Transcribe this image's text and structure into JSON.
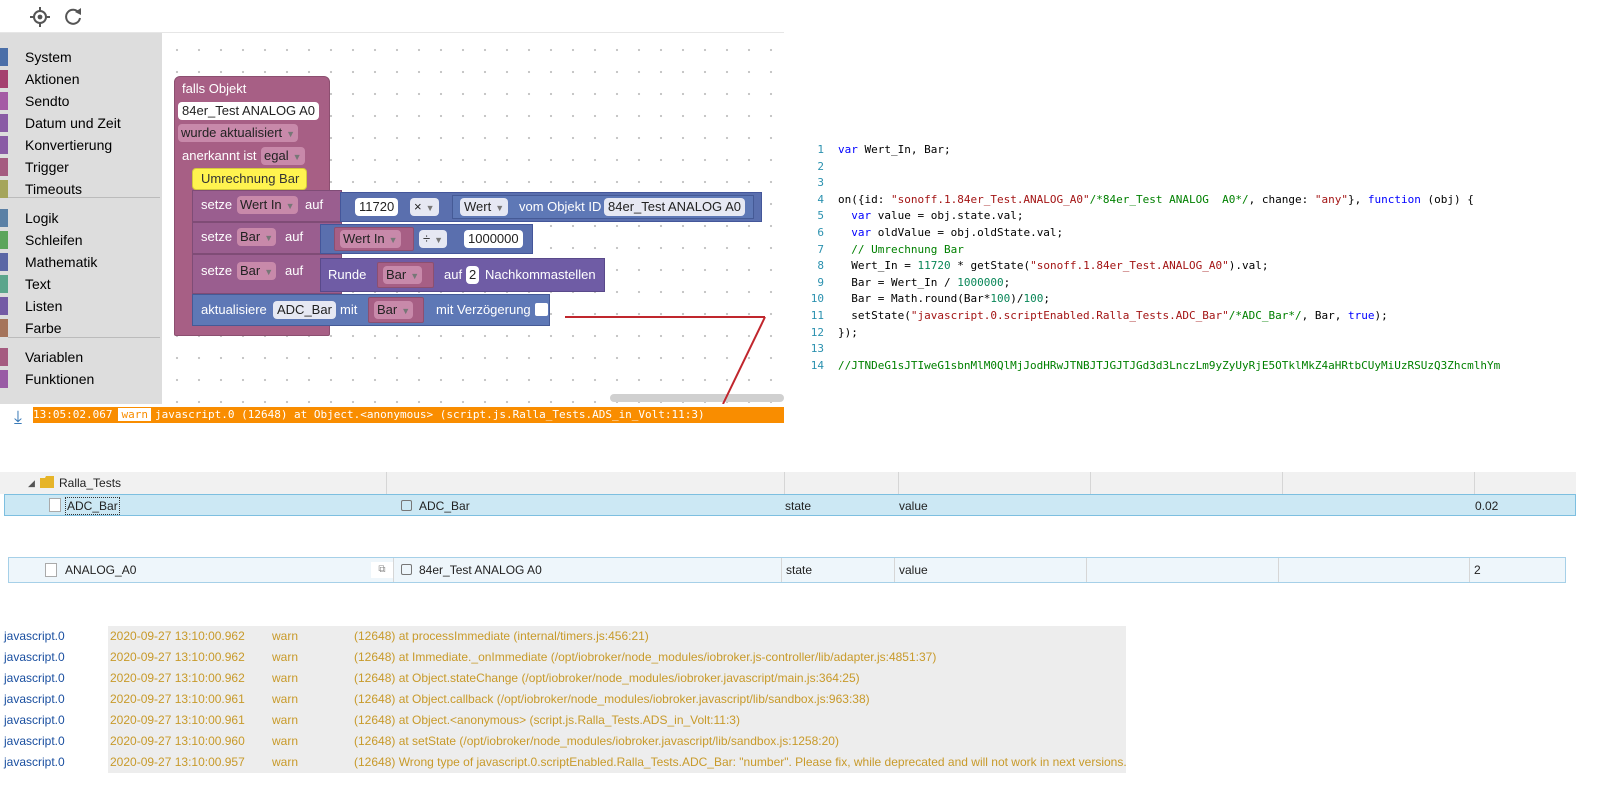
{
  "toolbar": {
    "locate_icon": "crosshair-icon",
    "refresh_icon": "refresh-icon"
  },
  "toolbox": {
    "categories": [
      {
        "label": "System",
        "color": "#4b6fa8"
      },
      {
        "label": "Aktionen",
        "color": "#a5406f"
      },
      {
        "label": "Sendto",
        "color": "#a55ba5"
      },
      {
        "label": "Datum und Zeit",
        "color": "#8a5ba5"
      },
      {
        "label": "Konvertierung",
        "color": "#8a5ba5"
      },
      {
        "label": "Trigger",
        "color": "#a55b80"
      },
      {
        "label": "Timeouts",
        "color": "#a5a55b"
      },
      {
        "label": "Logik",
        "color": "#5b80a5"
      },
      {
        "label": "Schleifen",
        "color": "#5ba55b"
      },
      {
        "label": "Mathematik",
        "color": "#5b67a5"
      },
      {
        "label": "Text",
        "color": "#5ba58c"
      },
      {
        "label": "Listen",
        "color": "#745ba5"
      },
      {
        "label": "Farbe",
        "color": "#a5745b"
      },
      {
        "label": "Variablen",
        "color": "#a55b80"
      },
      {
        "label": "Funktionen",
        "color": "#995ba5"
      }
    ]
  },
  "blocks": {
    "trigger_title": "falls Objekt",
    "trigger_object": "84er_Test ANALOG  A0",
    "trigger_mode": "wurde aktualisiert",
    "ack_label": "anerkannt ist",
    "ack_value": "egal",
    "comment": "Umrechnung Bar",
    "set1_setze": "setze",
    "set1_var": "Wert In",
    "set1_auf": "auf",
    "set1_num": "11720",
    "set1_op": "×",
    "set1_wert": "Wert",
    "set1_vom": "vom Objekt ID",
    "set1_obj": "84er_Test ANALOG  A0",
    "set2_setze": "setze",
    "set2_var": "Bar",
    "set2_auf": "auf",
    "set2_inner_var": "Wert In",
    "set2_op": "÷",
    "set2_num": "1000000",
    "set3_setze": "setze",
    "set3_var": "Bar",
    "set3_auf": "auf",
    "set3_runde": "Runde",
    "set3_inner_var": "Bar",
    "set3_auf2": "auf",
    "set3_places": "2",
    "set3_suffix": "Nachkommastellen",
    "upd_label": "aktualisiere",
    "upd_obj": "ADC_Bar",
    "upd_mit": "mit",
    "upd_var": "Bar",
    "upd_delay": "mit Verzögerung"
  },
  "logbar": {
    "time": "13:05:02.067",
    "level": "warn",
    "message": "javascript.0 (12648) at Object.<anonymous> (script.js.Ralla_Tests.ADS_in_Volt:11:3)"
  },
  "code": {
    "lines": [
      {
        "n": "1",
        "text": "var Wert_In, Bar;"
      },
      {
        "n": "2",
        "text": ""
      },
      {
        "n": "3",
        "text": ""
      },
      {
        "n": "4",
        "text": "on({id: \"sonoff.1.84er_Test.ANALOG_A0\"/*84er_Test ANALOG  A0*/, change: \"any\"}, function (obj) {"
      },
      {
        "n": "5",
        "text": "  var value = obj.state.val;"
      },
      {
        "n": "6",
        "text": "  var oldValue = obj.oldState.val;"
      },
      {
        "n": "7",
        "text": "  // Umrechnung Bar"
      },
      {
        "n": "8",
        "text": "  Wert_In = 11720 * getState(\"sonoff.1.84er_Test.ANALOG_A0\").val;"
      },
      {
        "n": "9",
        "text": "  Bar = Wert_In / 1000000;"
      },
      {
        "n": "10",
        "text": "  Bar = Math.round(Bar*100)/100;"
      },
      {
        "n": "11",
        "text": "  setState(\"javascript.0.scriptEnabled.Ralla_Tests.ADC_Bar\"/*ADC_Bar*/, Bar, true);"
      },
      {
        "n": "12",
        "text": "});"
      },
      {
        "n": "13",
        "text": ""
      },
      {
        "n": "14",
        "text": "//JTNDeG1sJTIweG1sbnMlM0QlMjJodHRwJTNBJTJGJTJGd3d3LnczLm9yZyUyRjE5OTklMkZ4aHRtbCUyMiUzRSUzQ3ZhcmlhYm"
      }
    ]
  },
  "tree1": {
    "folder": "Ralla_Tests",
    "row": {
      "name": "ADC_Bar",
      "display": "ADC_Bar",
      "type": "state",
      "role": "value",
      "val": "0.02"
    }
  },
  "tree2": {
    "row": {
      "name": "ANALOG_A0",
      "display": "84er_Test ANALOG A0",
      "type": "state",
      "role": "value",
      "val": "2"
    }
  },
  "log": {
    "rows": [
      {
        "src": "javascript.0",
        "time": "2020-09-27 13:10:00.962",
        "level": "warn",
        "msg": "(12648) at processImmediate (internal/timers.js:456:21)"
      },
      {
        "src": "javascript.0",
        "time": "2020-09-27 13:10:00.962",
        "level": "warn",
        "msg": "(12648) at Immediate._onImmediate (/opt/iobroker/node_modules/iobroker.js-controller/lib/adapter.js:4851:37)"
      },
      {
        "src": "javascript.0",
        "time": "2020-09-27 13:10:00.962",
        "level": "warn",
        "msg": "(12648) at Object.stateChange (/opt/iobroker/node_modules/iobroker.javascript/main.js:364:25)"
      },
      {
        "src": "javascript.0",
        "time": "2020-09-27 13:10:00.961",
        "level": "warn",
        "msg": "(12648) at Object.callback (/opt/iobroker/node_modules/iobroker.javascript/lib/sandbox.js:963:38)"
      },
      {
        "src": "javascript.0",
        "time": "2020-09-27 13:10:00.961",
        "level": "warn",
        "msg": "(12648) at Object.<anonymous> (script.js.Ralla_Tests.ADS_in_Volt:11:3)"
      },
      {
        "src": "javascript.0",
        "time": "2020-09-27 13:10:00.960",
        "level": "warn",
        "msg": "(12648) at setState (/opt/iobroker/node_modules/iobroker.javascript/lib/sandbox.js:1258:20)"
      },
      {
        "src": "javascript.0",
        "time": "2020-09-27 13:10:00.957",
        "level": "warn",
        "msg": "(12648) Wrong type of javascript.0.scriptEnabled.Ralla_Tests.ADC_Bar: \"number\". Please fix, while deprecated and will not work in next versions."
      }
    ]
  }
}
